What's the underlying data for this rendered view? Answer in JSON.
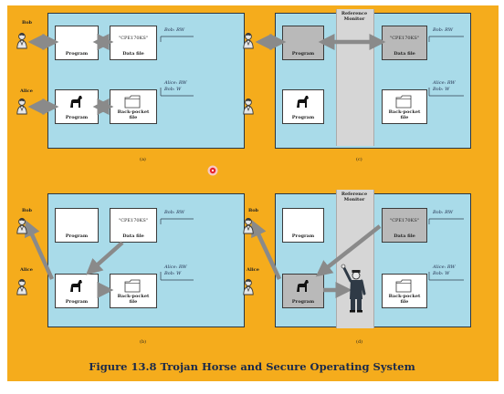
{
  "figure": {
    "caption": "Figure 13.8  Trojan Horse and Secure Operating System",
    "panels": [
      {
        "sublabel": "(a)"
      },
      {
        "sublabel": "(c)"
      },
      {
        "sublabel": "(b)"
      },
      {
        "sublabel": "(d)"
      }
    ]
  },
  "labels": {
    "bob": "Bob",
    "alice": "Alice",
    "program": "Program",
    "data_file": "Data file",
    "data_file_content": "\"CPE170KS\"",
    "back_pocket_file_line1": "Back-pocket",
    "back_pocket_file_line2": "file",
    "acl_top": "Bob: RW",
    "acl_bottom_line1": "Alice: RW",
    "acl_bottom_line2": "Bob: W",
    "reference_monitor_line1": "Reference",
    "reference_monitor_line2": "Monitor"
  },
  "colors": {
    "background": "#f5ac1c",
    "system_box": "#a9dbe9",
    "arrow": "#8a8a8a",
    "secure_object": "#b9b9b9",
    "reference_monitor": "#d6d6d6",
    "caption_text": "#1b2a4a",
    "laser_pointer": "#e8202a"
  },
  "icons": {
    "user": "person-icon",
    "trojan_horse": "horse-icon",
    "file": "folder-icon",
    "guard": "guard-icon"
  }
}
